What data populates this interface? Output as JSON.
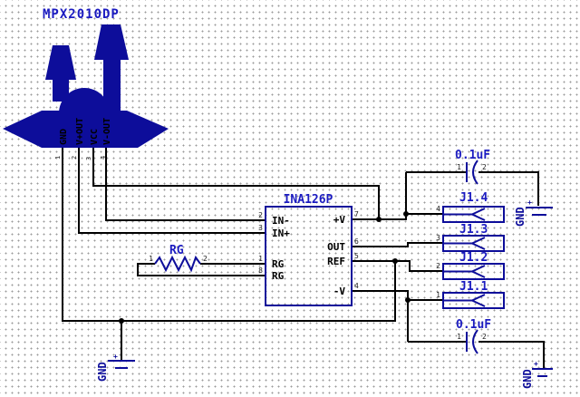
{
  "colors": {
    "background": "#ffffff",
    "grid_dot": "#9a9a9a",
    "wire": "#000000",
    "symbol": "#0d0d9a",
    "label": "#1b1bc0",
    "pin_text": "#000000",
    "pin_number": "#222222"
  },
  "sensor": {
    "label": "MPX2010DP",
    "pins": [
      {
        "num": "1",
        "name": "GND"
      },
      {
        "num": "2",
        "name": "V+OUT"
      },
      {
        "num": "3",
        "name": "VCC"
      },
      {
        "num": "4",
        "name": "V-OUT"
      }
    ]
  },
  "amplifier": {
    "label": "INA126P",
    "left_pins": [
      {
        "num": "2",
        "name": "IN-"
      },
      {
        "num": "3",
        "name": "IN+"
      },
      {
        "num": "1",
        "name": "RG"
      },
      {
        "num": "8",
        "name": "RG"
      }
    ],
    "right_pins": [
      {
        "num": "7",
        "name": "+V"
      },
      {
        "num": "6",
        "name": "OUT"
      },
      {
        "num": "5",
        "name": "REF"
      },
      {
        "num": "4",
        "name": "-V"
      }
    ]
  },
  "resistor": {
    "label": "RG",
    "pins": [
      "1",
      "2"
    ]
  },
  "capacitors": [
    {
      "label": "0.1uF",
      "pins": [
        "1",
        "2"
      ]
    },
    {
      "label": "0.1uF",
      "pins": [
        "1",
        "2"
      ]
    }
  ],
  "connectors": [
    {
      "label": "J1.4",
      "pin": "4"
    },
    {
      "label": "J1.3",
      "pin": "3"
    },
    {
      "label": "J1.2",
      "pin": "2"
    },
    {
      "label": "J1.1",
      "pin": "1"
    }
  ],
  "grounds": [
    {
      "label": "GND",
      "pin_mark": "+"
    },
    {
      "label": "GND",
      "pin_mark": "+"
    },
    {
      "label": "GND",
      "pin_mark": "+"
    }
  ]
}
